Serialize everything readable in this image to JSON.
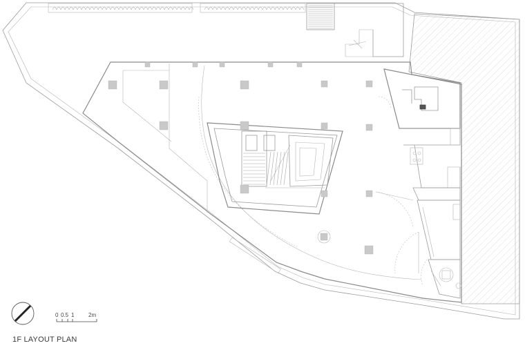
{
  "caption": "1F LAYOUT PLAN",
  "scale_bar": {
    "labels": [
      "0",
      "0.5",
      "1",
      "2m"
    ]
  },
  "colors": {
    "line": "#9a9a9a",
    "column": "#c9c9c9",
    "hatch": "#c8c8c8",
    "text": "#3a3a3a"
  },
  "icons": [
    "north-arrow-icon"
  ]
}
